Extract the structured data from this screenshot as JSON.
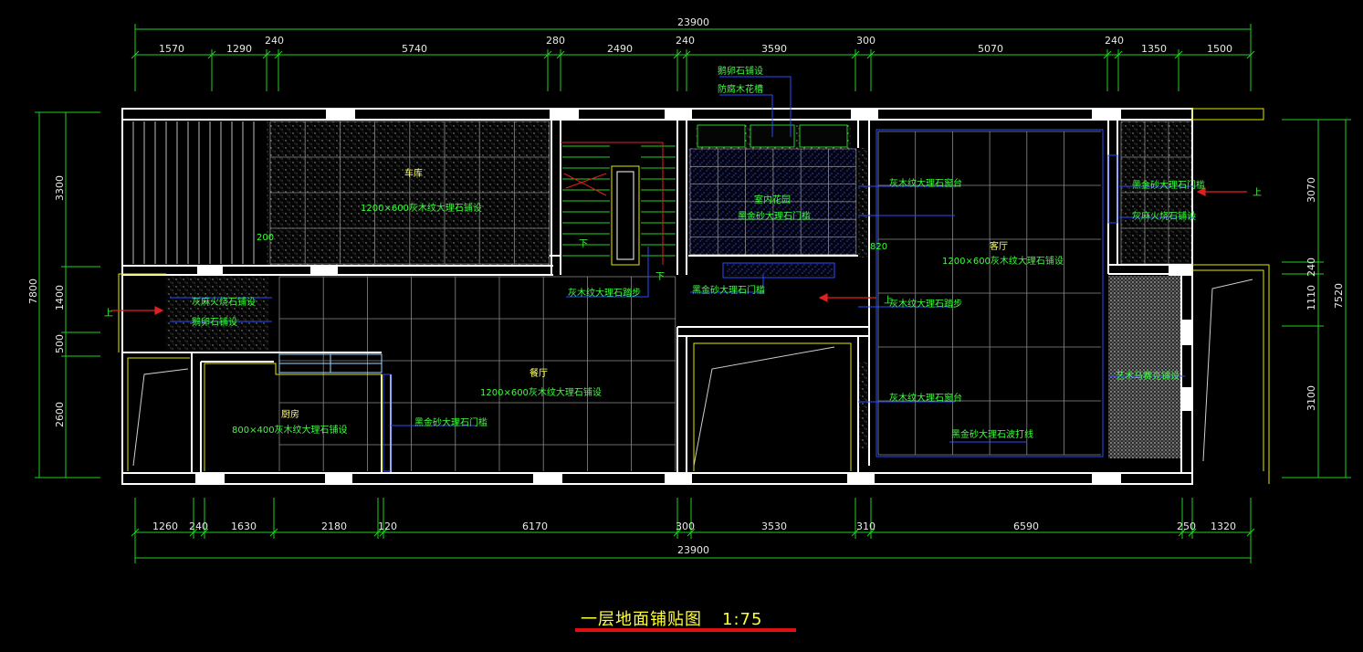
{
  "title": "一层地面铺贴图",
  "scale": "1:75",
  "dims_top": {
    "total": "23900",
    "segments": [
      "1570",
      "1290",
      "240",
      "5740",
      "280",
      "2490",
      "240",
      "3590",
      "300",
      "5070",
      "240",
      "1350",
      "1500"
    ]
  },
  "dims_bottom": {
    "total": "23900",
    "segments": [
      "1260",
      "240",
      "1630",
      "2180",
      "120",
      "6170",
      "300",
      "3530",
      "310",
      "6590",
      "250",
      "1320"
    ]
  },
  "dims_left": {
    "total": "7800",
    "segments": [
      "3300",
      "1400",
      "500",
      "2600"
    ]
  },
  "dims_right": {
    "total": "7520",
    "segments": [
      "3070",
      "240",
      "1110",
      "3100"
    ]
  },
  "rooms": {
    "garage": {
      "name": "车库",
      "spec": "1200×600灰木纹大理石铺设"
    },
    "garden": {
      "name": "室内花园",
      "spec": "黑金砂大理石门槛"
    },
    "living": {
      "name": "客厅",
      "spec": "1200×600灰木纹大理石铺设"
    },
    "dining": {
      "name": "餐厅",
      "spec": "1200×600灰木纹大理石铺设"
    },
    "kitchen": {
      "name": "厨房",
      "spec": "800×400灰木纹大理石铺设"
    }
  },
  "notes": {
    "pebble": "鹅卵石铺设",
    "planter": "防腐木花槽",
    "living_sill": "灰木纹大理石窗台",
    "right_threshold": "黑金砂大理石门槛",
    "right_flamed": "灰麻火烧石铺设",
    "left_flamed": "灰麻火烧石铺设",
    "left_pebble": "鹅卵石铺设",
    "stair_steps": "灰木纹大理石踏步",
    "center_threshold": "黑金砂大理石门槛",
    "living_steps": "灰木纹大理石踏步",
    "living_sill2": "灰木纹大理石窗台",
    "mosaic": "艺术马赛克铺设",
    "edge_line": "黑金砂大理石波打线",
    "kitchen_threshold": "黑金砂大理石门槛",
    "up_left": "上",
    "up_center": "上",
    "up_right": "上",
    "down1": "下",
    "down2": "下",
    "small_200": "200",
    "small_820": "820"
  }
}
